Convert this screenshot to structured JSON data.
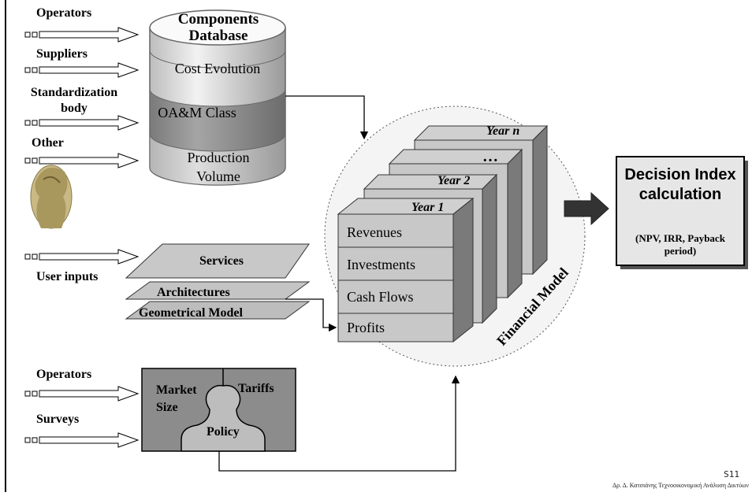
{
  "inputs": {
    "operators_top": "Operators",
    "suppliers": "Suppliers",
    "standardization": "Standardization body",
    "other": "Other",
    "user_inputs": "User inputs",
    "operators_bottom": "Operators",
    "surveys": "Surveys"
  },
  "database": {
    "title": "Components Database",
    "layers": [
      "Cost Evolution",
      "OA&M Class",
      "Production Volume"
    ]
  },
  "planes": [
    "Services",
    "Architectures",
    "Geometrical Model"
  ],
  "market": {
    "size": "Market Size",
    "tariffs": "Tariffs",
    "policy": "Policy"
  },
  "financial_model": {
    "label": "Financial Model",
    "years": [
      "Year 1",
      "Year 2",
      "…",
      "Year n"
    ],
    "rows": [
      "Revenues",
      "Investments",
      "Cash Flows",
      "Profits"
    ]
  },
  "decision": {
    "title": "Decision Index calculation",
    "subtitle": "(NPV, IRR, Payback period)"
  },
  "footer": {
    "slide": "S11",
    "author": "Δρ. Δ. Κατσιάνης Τεχνοοικονομική Ανάλυση Δικτύων"
  }
}
